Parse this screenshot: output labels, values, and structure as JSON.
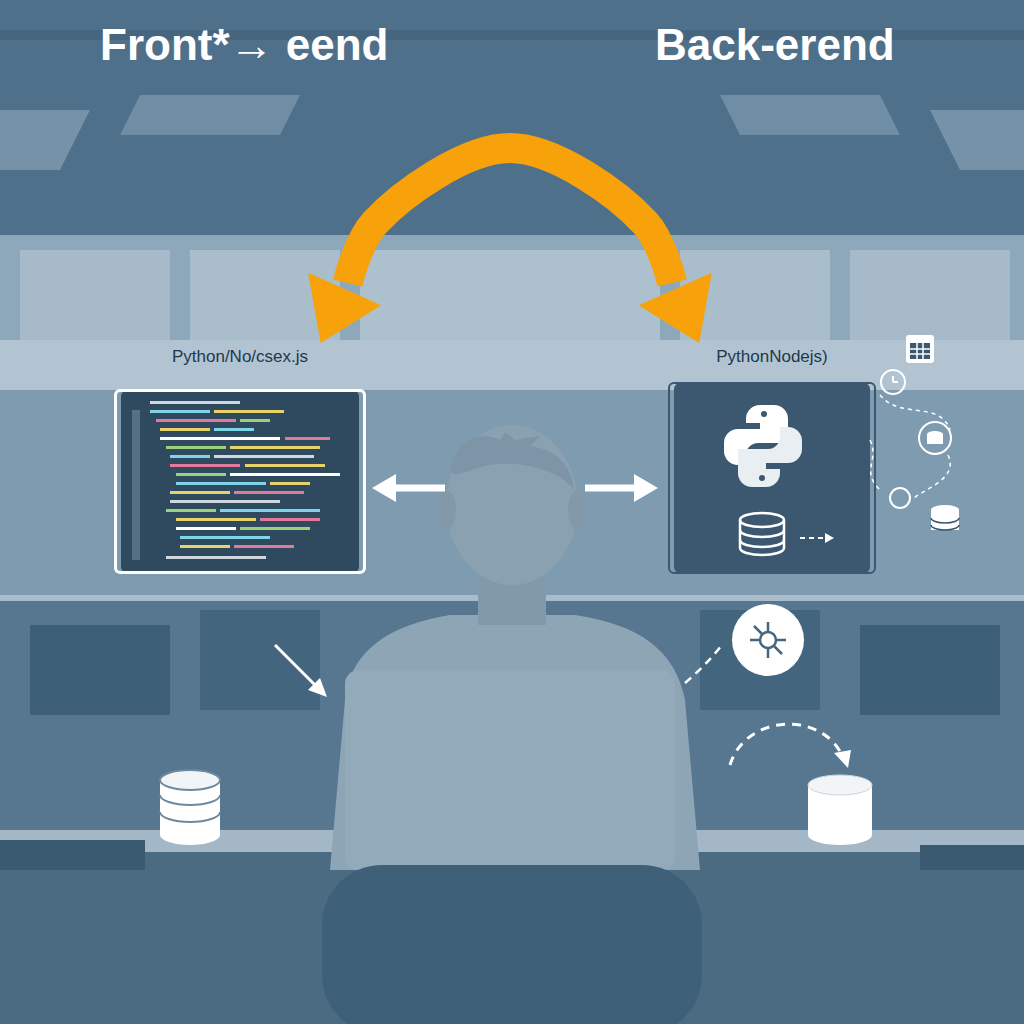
{
  "diagram": {
    "nodes": [
      {
        "text": [
          "Python/No/csex.js"
        ]
      },
      {
        "text": [
          "PythonNodejs)"
        ]
      }
    ],
    "edges": [
      {
        "from": 0,
        "to": 1,
        "arrow": "both"
      }
    ],
    "labels": [
      "Front*→ eend",
      "Back-erend"
    ]
  }
}
